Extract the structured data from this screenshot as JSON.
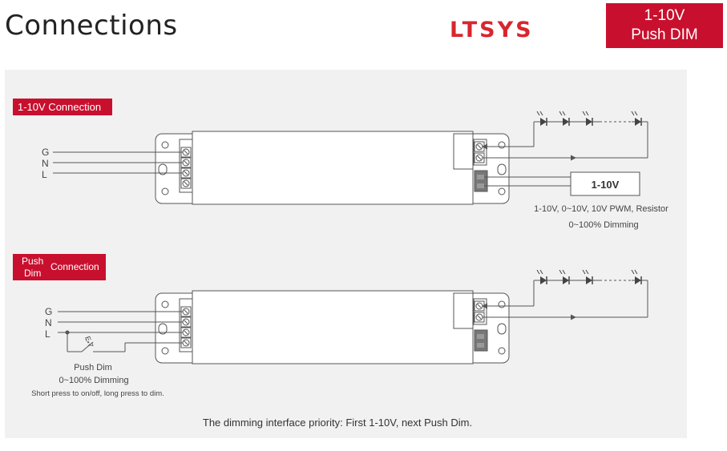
{
  "header": {
    "title": "Connections",
    "brand": "LTSYS",
    "badge_line1": "1-10V",
    "badge_line2": "Push DIM"
  },
  "section1": {
    "label": "1-10V Connection",
    "wires": [
      "G",
      "N",
      "L"
    ],
    "dimmer_box": "1-10V",
    "dimmer_note1": "1-10V, 0~10V, 10V PWM, Resistor",
    "dimmer_note2": "0~100% Dimming"
  },
  "section2": {
    "label_line1": "Push",
    "label_line2": "Dim",
    "label_rest": "Connection",
    "wires": [
      "G",
      "N",
      "L"
    ],
    "switch_label": "E-7",
    "note1": "Push Dim",
    "note2": "0~100% Dimming",
    "note3": "Short press to on/off, long press to dim."
  },
  "footer": {
    "note": "The dimming interface priority: First 1-10V, next Push Dim."
  },
  "colors": {
    "accent": "#c8102e",
    "brand": "#d8262e",
    "panel": "#f1f1f1",
    "line": "#555555"
  }
}
